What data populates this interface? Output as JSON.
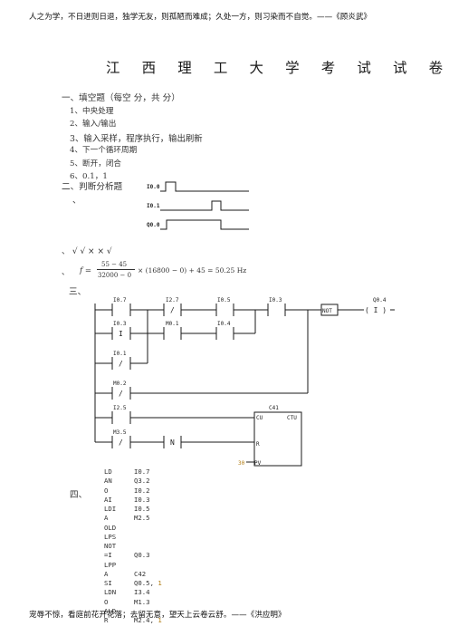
{
  "header_quote": "人之为学，不日进则日退，独学无友，则孤陋而难成；久处一方，则习染而不自觉。——《顾炎武》",
  "footer_quote": "宠辱不惊，看庭前花开花落；去留无意，望天上云卷云舒。——《洪应明》",
  "title": "江 西 理 工 大 学 考 试 试 卷",
  "section1": {
    "heading": "一、填空题（每空   分，共      分）",
    "answers": [
      "1、中央处理",
      "2、输入/输出",
      "3、输入采样，程序执行，输出刷新",
      "4、下一个循环周期",
      "5、断开，闭合",
      "6、0.1，1"
    ]
  },
  "section2": {
    "heading": "二、判断分析题",
    "sub_mark": "、",
    "timing_labels": [
      "I0.0",
      "I0.1",
      "Q0.0"
    ],
    "checks": "、 √ √ × × √",
    "formula": {
      "prefix": "、",
      "lhs": "f =",
      "numerator": "55 − 45",
      "denominator": "32000 − 0",
      "rest": "× (16800 − 0) + 45 = 50.25 Hz"
    }
  },
  "section3": {
    "heading": "三、",
    "ladder": {
      "contacts_row1": [
        "I0.7",
        "I2.7",
        "I0.5",
        "I0.3"
      ],
      "contact_row1_symbols": [
        "",
        "/",
        "",
        ""
      ],
      "coil": "Q0.4",
      "coil_symbol": "( I )",
      "not_label": "NOT",
      "contacts_row2": [
        "I0.3",
        "M0.1",
        "I0.4"
      ],
      "contact_row2_symbols": [
        "I",
        "",
        ""
      ],
      "contact_row3": "I0.1",
      "contact_row3_symbol": "/",
      "contact_row4": "M0.2",
      "contact_row4_symbol": "/",
      "contact_row5": "I2.5",
      "contact_row6": "M3.5",
      "contact_row6_symbol": "/",
      "edge_label": "N",
      "counter": {
        "name": "C41",
        "cu": "CU",
        "ctu": "CTU",
        "r": "R",
        "pv": "PV",
        "pv_value": "30"
      }
    }
  },
  "section4": {
    "heading": "四、",
    "rows": [
      {
        "op": "LD",
        "arg": "I0.7"
      },
      {
        "op": "AN",
        "arg": "Q3.2"
      },
      {
        "op": "O",
        "arg": "I0.2"
      },
      {
        "op": "AI",
        "arg": "I0.3"
      },
      {
        "op": "LDI",
        "arg": "I0.5"
      },
      {
        "op": "A",
        "arg": "M2.5"
      },
      {
        "op": "OLD",
        "arg": ""
      },
      {
        "op": "LPS",
        "arg": ""
      },
      {
        "op": "NOT",
        "arg": ""
      },
      {
        "op": "=I",
        "arg": "Q0.3"
      },
      {
        "op": "LPP",
        "arg": ""
      },
      {
        "op": "A",
        "arg": "C42"
      },
      {
        "op": "SI",
        "arg": "Q0.5,",
        "extra": "1"
      },
      {
        "op": "LDN",
        "arg": "I3.4"
      },
      {
        "op": "O",
        "arg": "M1.3"
      },
      {
        "op": "ALD",
        "arg": ""
      },
      {
        "op": "R",
        "arg": "M2.4,",
        "extra": "1"
      }
    ]
  },
  "colors": {
    "text": "#1a1a1a",
    "highlight": "#b07a10"
  }
}
